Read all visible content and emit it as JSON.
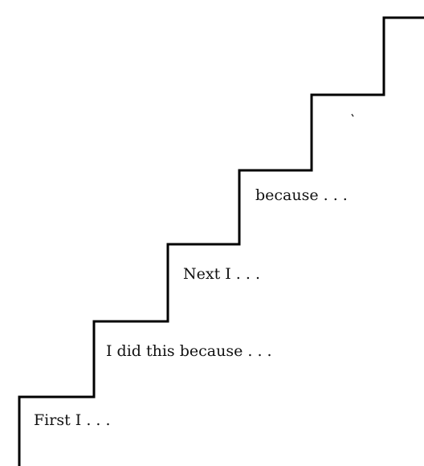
{
  "steps": [
    {
      "label": "First I . . ."
    },
    {
      "label": "I did this because . . ."
    },
    {
      "label": "Next I . . ."
    },
    {
      "label": "because . . ."
    }
  ],
  "colors": {
    "line": "#000000",
    "background": "#ffffff",
    "text": "#111111"
  }
}
